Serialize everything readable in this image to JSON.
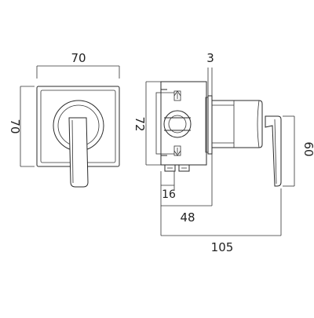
{
  "diagram": {
    "front_view": {
      "width_label": "70",
      "height_label": "70"
    },
    "side_view": {
      "plate_thickness_label": "3",
      "body_height_label": "72",
      "handle_height_label": "60",
      "fitting_depth_label": "16",
      "body_depth_label": "48",
      "overall_depth_label": "105"
    }
  }
}
